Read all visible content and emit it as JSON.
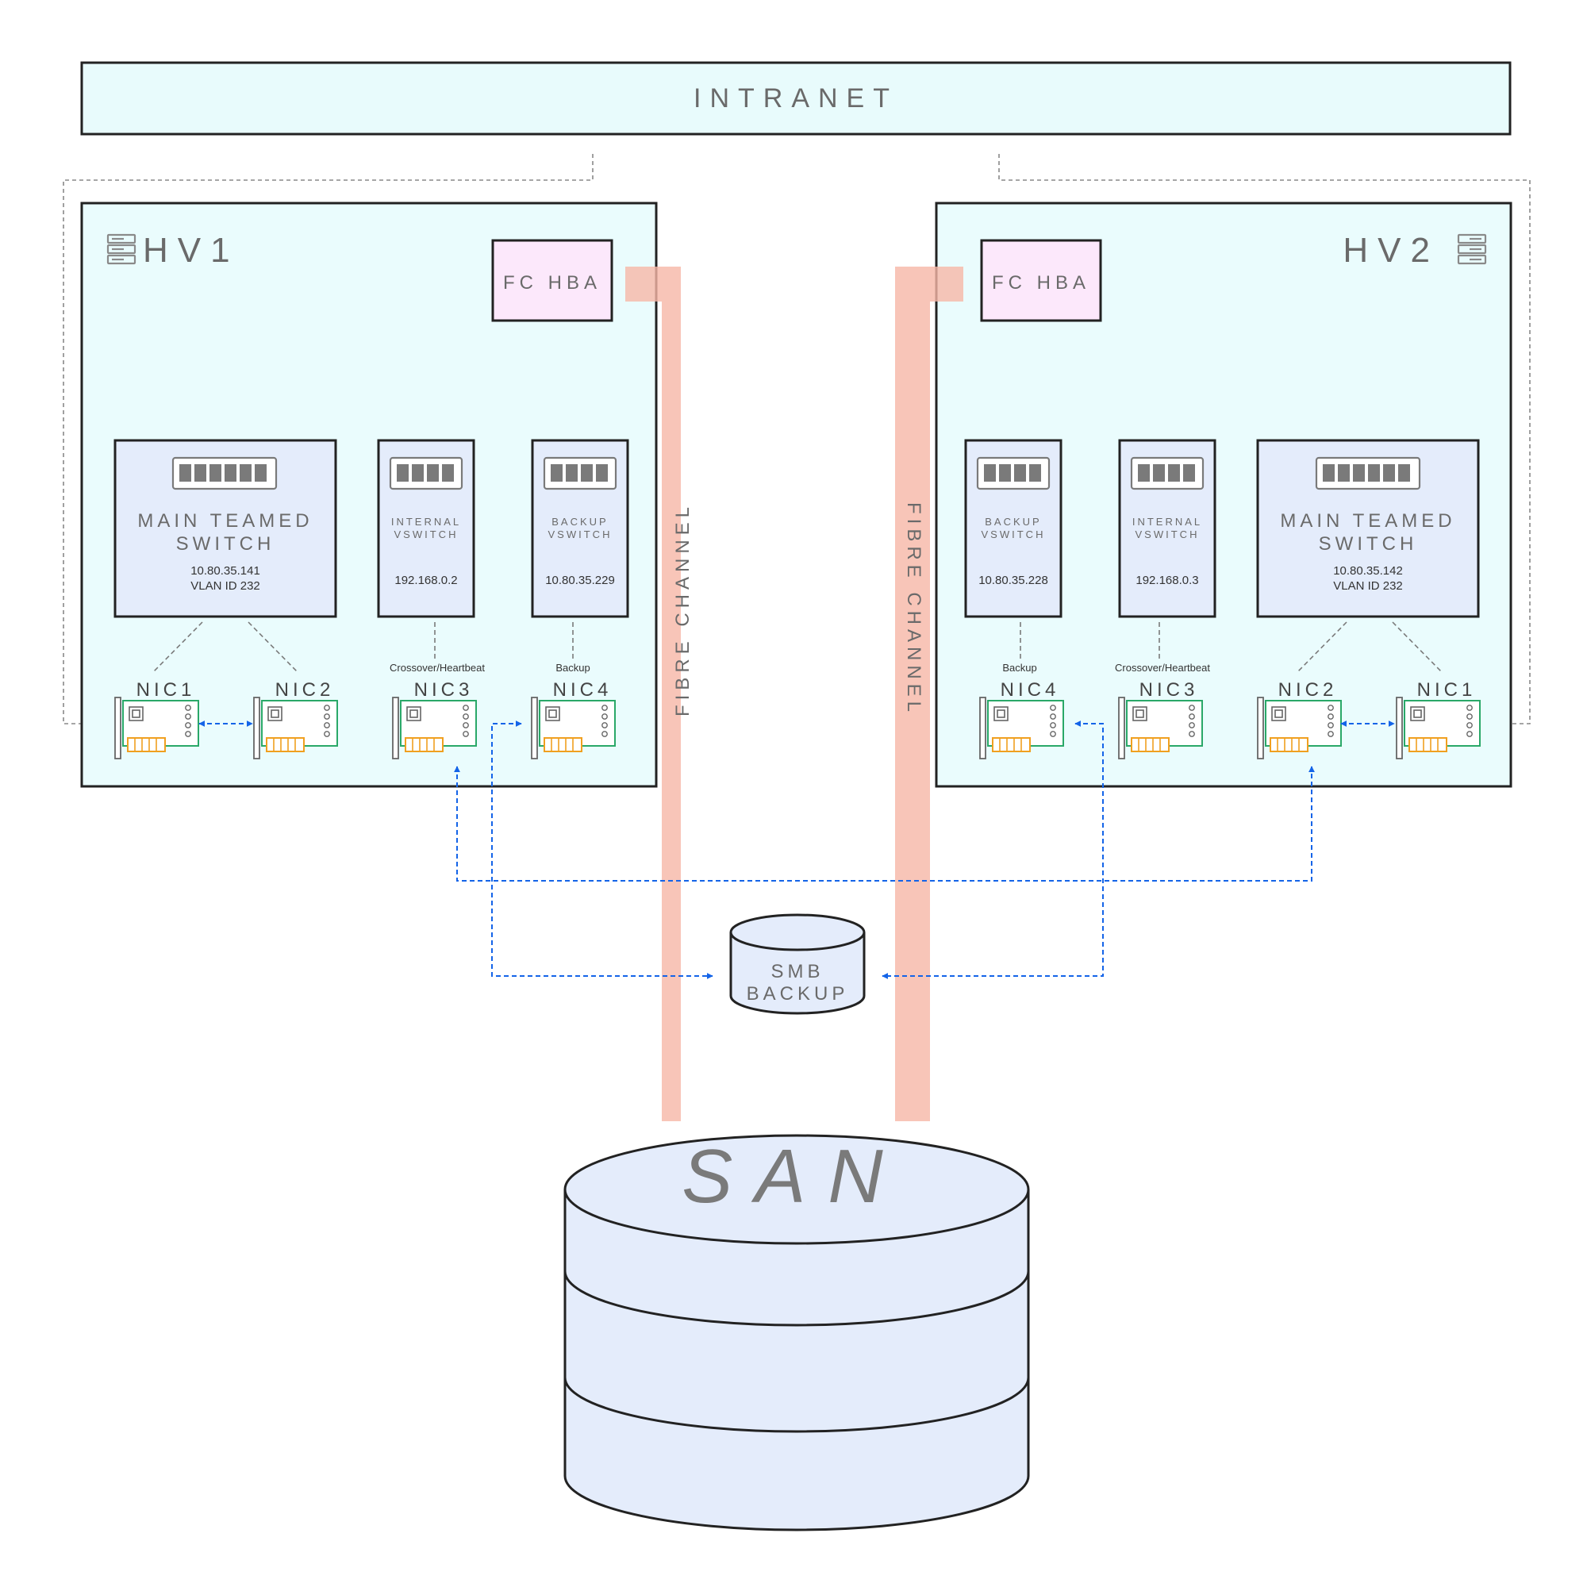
{
  "intranet": {
    "label": "INTRANET"
  },
  "fibre_channel": {
    "label": "FIBRE CHANNEL"
  },
  "smb_backup": {
    "line1": "SMB",
    "line2": "BACKUP"
  },
  "san": {
    "label": "SAN"
  },
  "hosts": [
    {
      "id": "hv1",
      "name": "HV1",
      "hba_label": "FC HBA",
      "switches": [
        {
          "key": "main",
          "title_lines": [
            "MAIN TEAMED",
            "SWITCH"
          ],
          "info_lines": [
            "10.80.35.141",
            "VLAN ID 232"
          ]
        },
        {
          "key": "internal",
          "title_lines": [
            "INTERNAL",
            "VSWITCH"
          ],
          "info_lines": [
            "192.168.0.2"
          ]
        },
        {
          "key": "backup",
          "title_lines": [
            "BACKUP",
            "VSWITCH"
          ],
          "info_lines": [
            "10.80.35.229"
          ]
        }
      ],
      "nics": [
        {
          "label": "NIC1",
          "note": ""
        },
        {
          "label": "NIC2",
          "note": ""
        },
        {
          "label": "NIC3",
          "note": "Crossover/Heartbeat"
        },
        {
          "label": "NIC4",
          "note": "Backup"
        }
      ]
    },
    {
      "id": "hv2",
      "name": "HV2",
      "hba_label": "FC HBA",
      "switches": [
        {
          "key": "backup",
          "title_lines": [
            "BACKUP",
            "VSWITCH"
          ],
          "info_lines": [
            "10.80.35.228"
          ]
        },
        {
          "key": "internal",
          "title_lines": [
            "INTERNAL",
            "VSWITCH"
          ],
          "info_lines": [
            "192.168.0.3"
          ]
        },
        {
          "key": "main",
          "title_lines": [
            "MAIN TEAMED",
            "SWITCH"
          ],
          "info_lines": [
            "10.80.35.142",
            "VLAN ID 232"
          ]
        }
      ],
      "nics": [
        {
          "label": "NIC4",
          "note": "Backup"
        },
        {
          "label": "NIC3",
          "note": "Crossover/Heartbeat"
        },
        {
          "label": "NIC2",
          "note": ""
        },
        {
          "label": "NIC1",
          "note": ""
        }
      ]
    }
  ],
  "colors": {
    "intranet_fill": "#e8fbfc",
    "host_fill": "#eafcfd",
    "switch_fill": "#e4ecfb",
    "hba_fill": "#fce8fb",
    "fibre": "#f6b6a6",
    "arrow": "#1464e8",
    "dashed_gray": "#7a7a7a",
    "text_gray": "#6a6a6a",
    "nic_green": "#2aa868",
    "nic_orange": "#f0a020",
    "storage_fill": "#e4ecfb"
  }
}
